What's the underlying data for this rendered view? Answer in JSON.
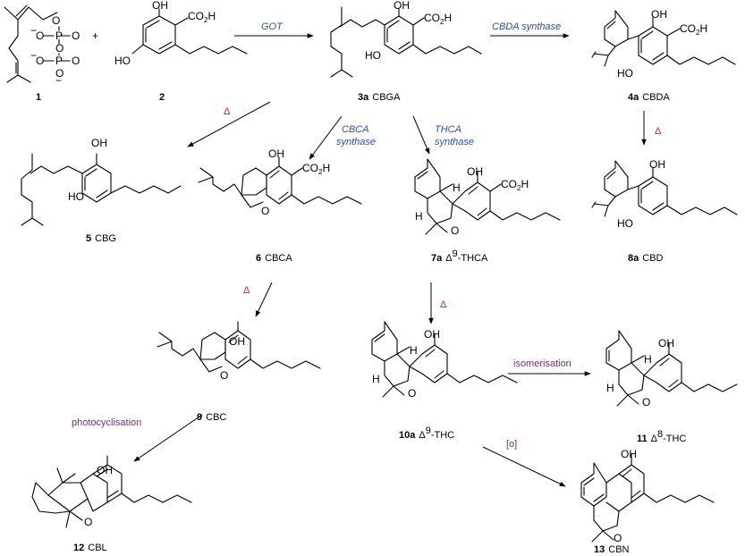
{
  "colors": {
    "enzyme": "#2d4fa3",
    "heat": "#d62020",
    "photo": "#7a2b7a",
    "ink": "#000000"
  },
  "compounds": [
    {
      "id": "c1",
      "number": "1",
      "name": ""
    },
    {
      "id": "c2",
      "number": "2",
      "name": ""
    },
    {
      "id": "c3a",
      "number": "3a",
      "name": "CBGA"
    },
    {
      "id": "c4a",
      "number": "4a",
      "name": "CBDA"
    },
    {
      "id": "c5",
      "number": "5",
      "name": "CBG"
    },
    {
      "id": "c6",
      "number": "6",
      "name": "CBCA"
    },
    {
      "id": "c7a",
      "number": "7a",
      "name_prefix": "Δ",
      "name_sup": "9",
      "name_suffix": "-THCA"
    },
    {
      "id": "c8a",
      "number": "8a",
      "name": "CBD"
    },
    {
      "id": "c9",
      "number": "9",
      "name": "CBC"
    },
    {
      "id": "c10a",
      "number": "10a",
      "name_prefix": "Δ",
      "name_sup": "9",
      "name_suffix": "-THC"
    },
    {
      "id": "c11",
      "number": "11",
      "name_prefix": "Δ",
      "name_sup": "8",
      "name_suffix": "-THC"
    },
    {
      "id": "c12",
      "number": "12",
      "name": "CBL"
    },
    {
      "id": "c13",
      "number": "13",
      "name": "CBN"
    }
  ],
  "arrows": {
    "got": {
      "line1": "GOT"
    },
    "cbda": {
      "line1": "CBDA synthase"
    },
    "cbca": {
      "line1": "CBCA",
      "line2": "synthase"
    },
    "thca": {
      "line1": "THCA",
      "line2": "synthase"
    },
    "heat": "Δ",
    "isomer": "isomerisation",
    "photo": "photocyclisation",
    "oxid": "[o]"
  },
  "atoms": {
    "oh": "OH",
    "ho": "HO",
    "co2h": "CO",
    "co2h_sub": "2",
    "co2h_h": "H",
    "o": "O",
    "h": "H",
    "p": "P",
    "plus": "+",
    "minus": "−"
  }
}
